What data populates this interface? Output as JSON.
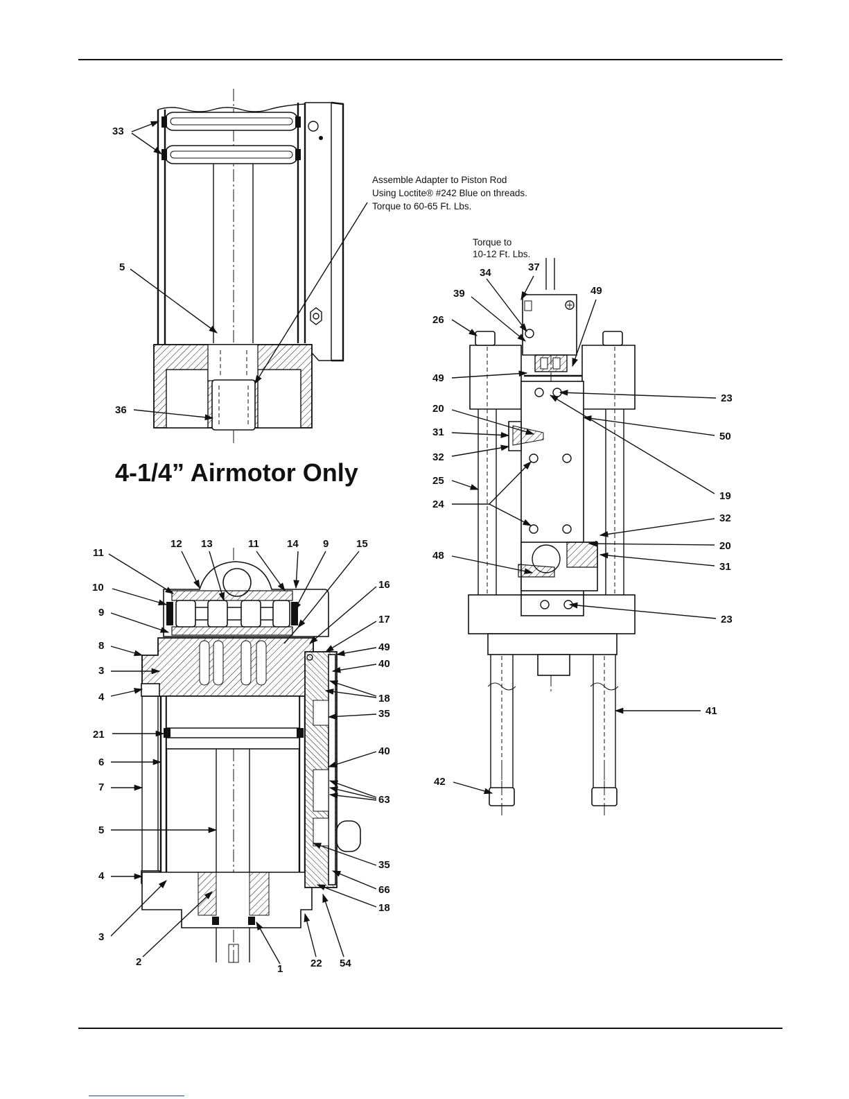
{
  "page": {
    "link_color": "#1a3fb0"
  },
  "top_view": {
    "banner": "4-1/4” Airmotor Only",
    "note_adapter_lines": [
      "Assemble Adapter to Piston Rod",
      "Using Loctite® #242 Blue on threads.",
      "Torque to 60-65 Ft. Lbs."
    ],
    "callouts": {
      "c33": "33",
      "c5": "5",
      "c36": "36"
    }
  },
  "section_view": {
    "callouts": {
      "c12": "12",
      "c13": "13",
      "c11a": "11",
      "c11b": "11",
      "c14": "14",
      "c9a": "9",
      "c15": "15",
      "c10": "10",
      "c9b": "9",
      "c16": "16",
      "c17": "17",
      "c8": "8",
      "c49": "49",
      "c40a": "40",
      "c3a": "3",
      "c4a": "4",
      "c18a": "18",
      "c35a": "35",
      "c21": "21",
      "c40b": "40",
      "c6": "6",
      "c7": "7",
      "c63": "63",
      "c5": "5",
      "c35b": "35",
      "c4b": "4",
      "c66": "66",
      "c18b": "18",
      "c3b": "3",
      "c2": "2",
      "c1": "1",
      "c22": "22",
      "c54": "54"
    }
  },
  "side_view": {
    "note_torque_lines": [
      "Torque to",
      "10-12 Ft. Lbs."
    ],
    "callouts": {
      "c37": "37",
      "c34": "34",
      "c39": "39",
      "c49a": "49",
      "c26": "26",
      "c49b": "49",
      "c23a": "23",
      "c20a": "20",
      "c50": "50",
      "c31a": "31",
      "c32a": "32",
      "c25": "25",
      "c19": "19",
      "c24": "24",
      "c32b": "32",
      "c20b": "20",
      "c48": "48",
      "c31b": "31",
      "c23b": "23",
      "c41": "41",
      "c42": "42"
    }
  }
}
